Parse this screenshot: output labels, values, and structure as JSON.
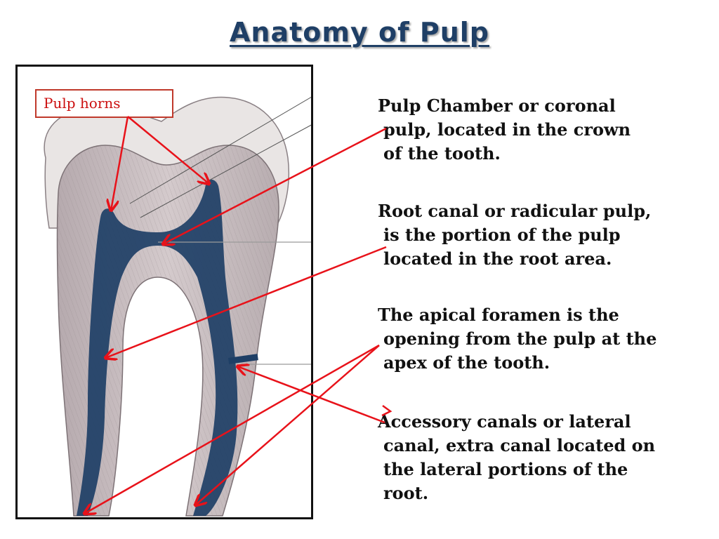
{
  "title": "Anatomy of Pulp",
  "label": "Pulp horns",
  "descriptions": [
    {
      "lines": [
        "Pulp Chamber or coronal",
        "pulp, located in the crown",
        "of the tooth."
      ]
    },
    {
      "lines": [
        "Root canal or radicular pulp,",
        "is the portion of the pulp",
        "located in the root area."
      ]
    },
    {
      "lines": [
        "The apical foramen is the",
        "opening from the pulp at the",
        "apex of the tooth."
      ]
    },
    {
      "lines": [
        "Accessory canals or lateral",
        "canal, extra canal located on",
        "the lateral portions of the",
        "root."
      ]
    }
  ],
  "colors": {
    "title": "#1f3f66",
    "arrow": "#e8121a",
    "pulp": "#1e3f66",
    "dentin": "#c8bcc0",
    "enamel": "#e9e5e4",
    "label_border": "#c0392b"
  }
}
